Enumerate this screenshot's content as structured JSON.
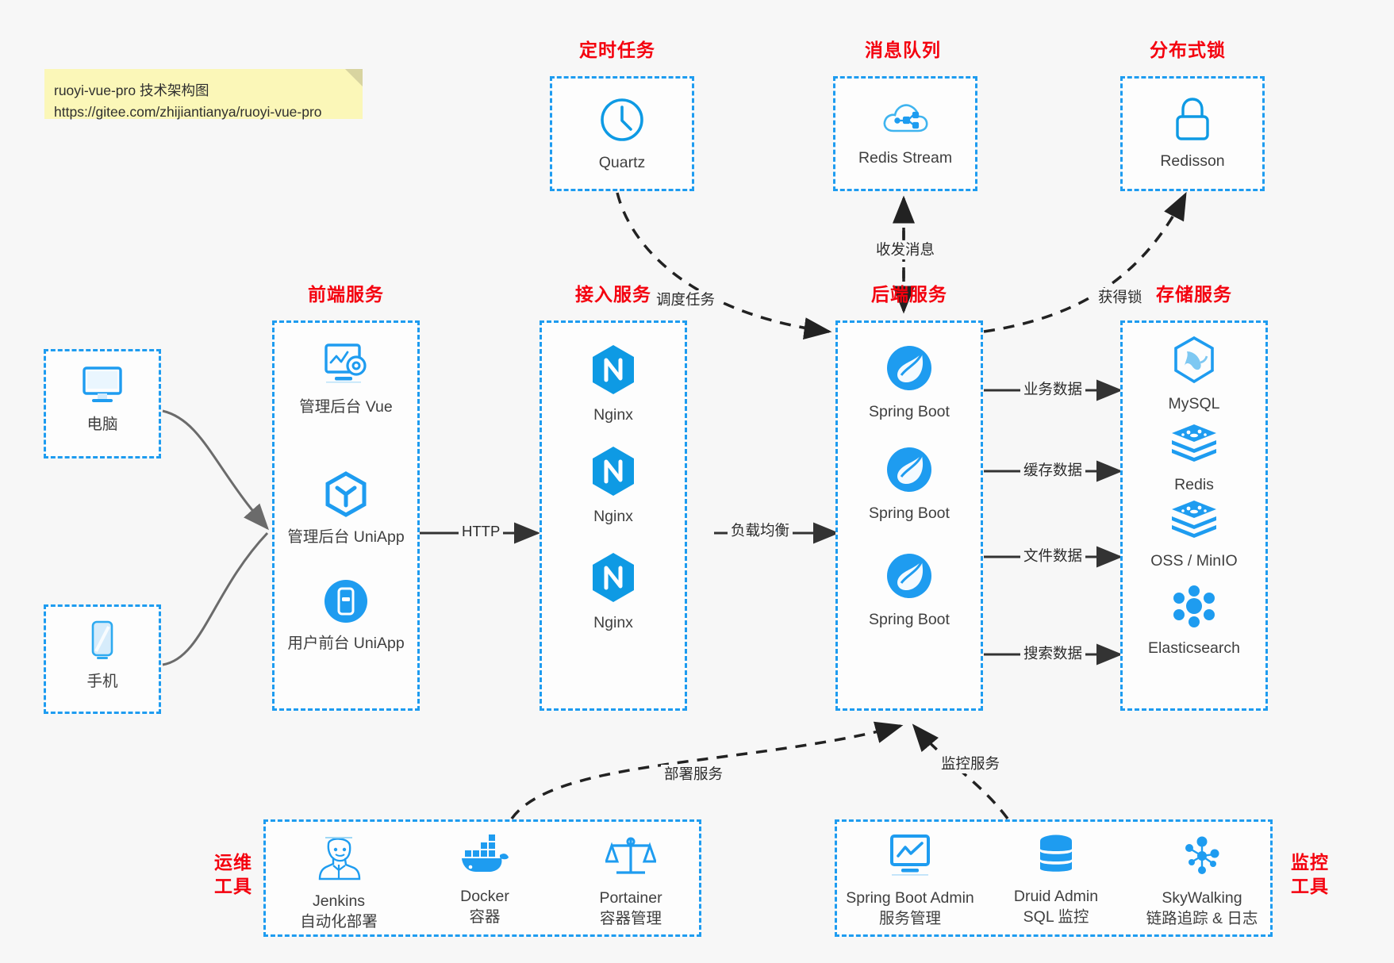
{
  "note": {
    "line1": "ruoyi-vue-pro 技术架构图",
    "line2": "https://gitee.com/zhijiantianya/ruoyi-vue-pro"
  },
  "colors": {
    "accent_blue": "#1e9cf0",
    "icon_blue": "#0e9ae4",
    "caption_red": "#f4000e",
    "text_dark": "#3f3f3f",
    "note_yellow": "#fbf7b8",
    "canvas": "#f7f7f7",
    "arrow_dark": "#333333",
    "arrow_grey": "#6b6b6b"
  },
  "sections": {
    "scheduled_task": {
      "caption": "定时任务"
    },
    "message_queue": {
      "caption": "消息队列"
    },
    "distributed_lock": {
      "caption": "分布式锁"
    },
    "frontend": {
      "caption": "前端服务"
    },
    "gateway": {
      "caption": "接入服务"
    },
    "backend": {
      "caption": "后端服务"
    },
    "storage": {
      "caption": "存储服务"
    },
    "ops": {
      "caption_line1": "运维",
      "caption_line2": "工具"
    },
    "monitor": {
      "caption_line1": "监控",
      "caption_line2": "工具"
    }
  },
  "clients": [
    {
      "label": "电脑",
      "icon": "desktop-computer-icon"
    },
    {
      "label": "手机",
      "icon": "mobile-phone-icon"
    }
  ],
  "scheduled_task_items": [
    {
      "label": "Quartz",
      "icon": "clock-icon"
    }
  ],
  "message_queue_items": [
    {
      "label": "Redis Stream",
      "icon": "cloud-stream-icon"
    }
  ],
  "distributed_lock_items": [
    {
      "label": "Redisson",
      "icon": "padlock-icon"
    }
  ],
  "frontend_items": [
    {
      "label": "管理后台 Vue",
      "icon": "admin-dashboard-icon"
    },
    {
      "label": "管理后台 UniApp",
      "icon": "uniapp-cube-icon"
    },
    {
      "label": "用户前台 UniApp",
      "icon": "mobile-app-icon"
    }
  ],
  "gateway_items": [
    {
      "label": "Nginx",
      "icon": "nginx-icon"
    },
    {
      "label": "Nginx",
      "icon": "nginx-icon"
    },
    {
      "label": "Nginx",
      "icon": "nginx-icon"
    }
  ],
  "backend_items": [
    {
      "label": "Spring Boot",
      "icon": "spring-boot-leaf-icon"
    },
    {
      "label": "Spring Boot",
      "icon": "spring-boot-leaf-icon"
    },
    {
      "label": "Spring Boot",
      "icon": "spring-boot-leaf-icon"
    }
  ],
  "storage_items": [
    {
      "label": "MySQL",
      "icon": "mysql-dolphin-icon"
    },
    {
      "label": "Redis",
      "icon": "redis-stack-icon"
    },
    {
      "label": "OSS / MinIO",
      "icon": "object-storage-icon"
    },
    {
      "label": "Elasticsearch",
      "icon": "elasticsearch-icon"
    }
  ],
  "ops_items": [
    {
      "label": "Jenkins",
      "sub": "自动化部署",
      "icon": "jenkins-butler-icon"
    },
    {
      "label": "Docker",
      "sub": "容器",
      "icon": "docker-whale-icon"
    },
    {
      "label": "Portainer",
      "sub": "容器管理",
      "icon": "portainer-scales-icon"
    }
  ],
  "monitor_items": [
    {
      "label": "Spring Boot Admin",
      "sub": "服务管理",
      "icon": "monitor-chart-icon"
    },
    {
      "label": "Druid Admin",
      "sub": "SQL 监控",
      "icon": "database-stack-icon"
    },
    {
      "label": "SkyWalking",
      "sub": "链路追踪 & 日志",
      "icon": "skywalking-node-icon"
    }
  ],
  "edges": [
    {
      "id": "http",
      "label": "HTTP"
    },
    {
      "id": "load_balance",
      "label": "负载均衡"
    },
    {
      "id": "schedule_task",
      "label": "调度任务"
    },
    {
      "id": "send_receive",
      "label": "收发消息"
    },
    {
      "id": "acquire_lock",
      "label": "获得锁"
    },
    {
      "id": "business_data",
      "label": "业务数据"
    },
    {
      "id": "cache_data",
      "label": "缓存数据"
    },
    {
      "id": "file_data",
      "label": "文件数据"
    },
    {
      "id": "search_data",
      "label": "搜索数据"
    },
    {
      "id": "deploy_service",
      "label": "部署服务"
    },
    {
      "id": "monitor_service",
      "label": "监控服务"
    }
  ]
}
